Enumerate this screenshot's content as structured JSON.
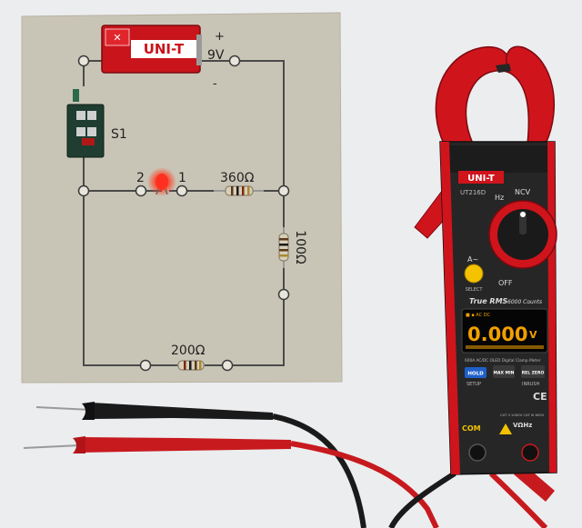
{
  "board": {
    "labels": {
      "battery_brand": "UNI-T",
      "voltage": "9V",
      "plus": "+",
      "minus": "-",
      "switch": "S1",
      "led_pin2": "2",
      "led_pin1": "1",
      "r1": "360Ω",
      "r2": "100Ω",
      "r3": "200Ω"
    }
  },
  "meter": {
    "brand": "UNI-T",
    "model": "UT216D",
    "display_value": "0.000",
    "display_unit": "V",
    "true_rms": "True RMS",
    "counts": "6000 Counts",
    "subtitle": "600A AC/DC OLED Digital Clamp Meter",
    "dial_labels": {
      "hz": "Hz",
      "ncv": "NCV",
      "off": "OFF",
      "a": "A~"
    },
    "buttons": {
      "hold": "HOLD",
      "max_min": "MAX MIN",
      "rel_zero": "REL ZERO",
      "setup": "SETUP",
      "inrush": "INRUSH",
      "select": "SELECT"
    },
    "jacks": {
      "com": "COM",
      "v": "VΩHz",
      "cat": "CAT II 1000V CAT III 600V"
    },
    "ce": "CE"
  },
  "colors": {
    "board": "#c9c5b6",
    "meter_red": "#d0141c",
    "meter_dark": "#262626",
    "lead_red": "#c71a1e",
    "lead_black": "#1a1a1a",
    "led": "#ff2a1a"
  }
}
